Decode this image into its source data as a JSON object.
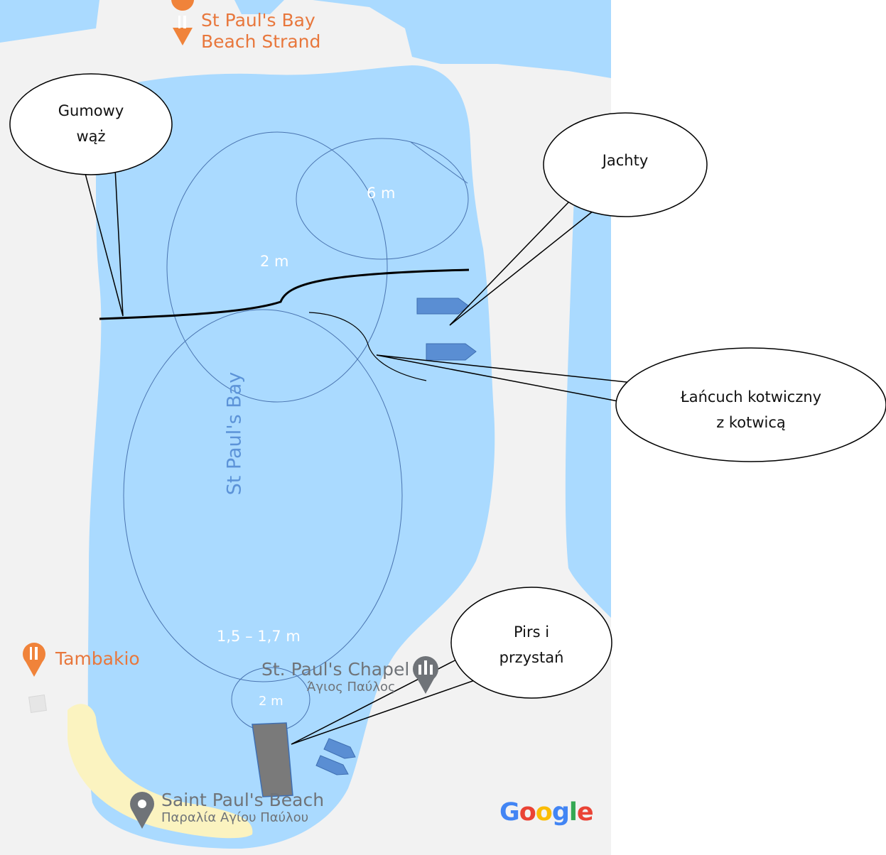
{
  "map": {
    "bay_name": "St Paul's Bay",
    "brand": {
      "letters": [
        "G",
        "o",
        "o",
        "g",
        "l",
        "e"
      ],
      "colors": [
        "#4285f4",
        "#ea4335",
        "#fbbc05",
        "#4285f4",
        "#34a853",
        "#ea4335"
      ]
    },
    "colors": {
      "water": "#aadaff",
      "land": "#f2f2f2",
      "beach": "#fbf3c0",
      "boat": "#5a8ed3",
      "pier": "#7a7a7a",
      "orange_pin": "#f0833a"
    }
  },
  "pois": [
    {
      "name": "St Paul's Bay Beach Strand",
      "line1": "St Paul's Bay",
      "line2": "Beach Strand",
      "icon": "restaurant-pin-icon"
    },
    {
      "name": "Tambakio",
      "icon": "restaurant-pin-icon"
    },
    {
      "line1": "St. Paul's Chapel",
      "line2": "Άγιος Παύλος",
      "icon": "church-pin-icon"
    },
    {
      "line1": "Saint Paul's Beach",
      "line2": "Παραλία Αγίου Παύλου",
      "icon": "location-pin-icon"
    }
  ],
  "depths": [
    "6 m",
    "2 m",
    "1,5 – 1,7 m",
    "2 m"
  ],
  "callouts": {
    "hose": [
      "Gumowy",
      "wąż"
    ],
    "yachts": [
      "Jachty"
    ],
    "anchor_chain": [
      "Łańcuch kotwiczny",
      "z kotwicą"
    ],
    "pier": [
      "Pirs i",
      "przystań"
    ]
  }
}
